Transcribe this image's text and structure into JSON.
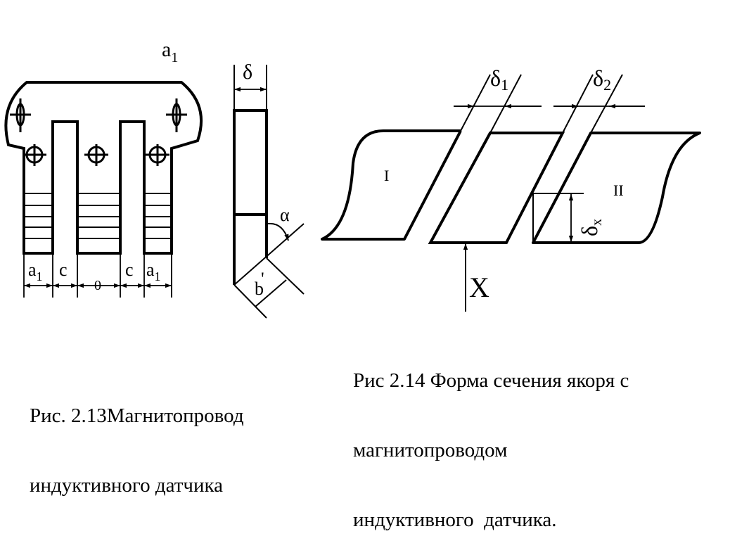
{
  "figure_left": {
    "top_label": {
      "base": "a",
      "sub": "1"
    },
    "dim_labels": [
      {
        "base": "a",
        "sub": "1"
      },
      {
        "base": "c",
        "sub": ""
      },
      {
        "base": "0",
        "sub": ""
      },
      {
        "base": "c",
        "sub": ""
      },
      {
        "base": "a",
        "sub": "1"
      }
    ],
    "caption_lines": [
      "Рис. 2.13Магнитопровод",
      "индуктивного датчика"
    ]
  },
  "figure_middle": {
    "delta_label": "δ",
    "alpha_label": "α",
    "b_label": "b",
    "b_prime": "'"
  },
  "figure_right": {
    "delta1_label": {
      "base": "δ",
      "sub": "1"
    },
    "delta2_label": {
      "base": "δ",
      "sub": "2"
    },
    "region_I": "I",
    "region_II": "II",
    "deltax_label": {
      "base": "δ",
      "sub": "x"
    },
    "x_label": "X",
    "caption_lines": [
      "Рис 2.14 Форма сечения якоря с",
      "магнитопроводом",
      "индуктивного  датчика."
    ]
  },
  "colors": {
    "ink": "#000000",
    "background": "#ffffff"
  }
}
